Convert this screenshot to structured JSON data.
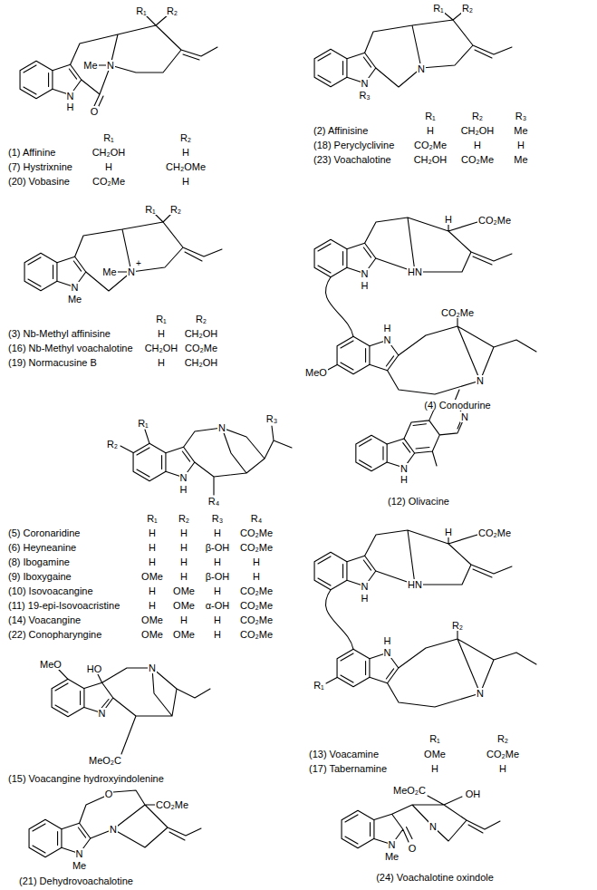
{
  "diagram": {
    "labels": [
      "R₁",
      "R₂",
      "Me",
      "N",
      "N",
      "H",
      "O",
      "R₁",
      "R₂",
      "(1) Affinine",
      "CH₂OH",
      "H",
      "(7) Hystrixnine",
      "H",
      "CH₂OMe",
      "(20) Vobasine",
      "CO₂Me",
      "H",
      "R₁",
      "R₂",
      "N",
      "N",
      "R₃",
      "R₁",
      "R₂",
      "R₃",
      "(2) Affinisine",
      "H",
      "CH₂OH",
      "Me",
      "(18) Peryclyclivine",
      "CO₂Me",
      "H",
      "H",
      "(23) Voachalotine",
      "CH₂OH",
      "CO₂Me",
      "Me",
      "R₁",
      "R₂",
      "Me",
      "N",
      "+",
      "N",
      "Me",
      "R₁",
      "R₂",
      "(3) Nb-Methyl affinisine",
      "H",
      "CH₂OH",
      "(16) Nb-Methyl voachalotine",
      "CH₂OH",
      "CO₂Me",
      "(19) Normacusine B",
      "H",
      "CH₂OH",
      "H",
      "CO₂Me",
      "HN",
      "N",
      "H",
      "MeO",
      "H",
      "N",
      "CO₂Me",
      "N",
      "(4) Conodurine",
      "R₁",
      "R₂",
      "N",
      "R₃",
      "N",
      "H",
      "R₄",
      "R₁",
      "R₂",
      "R₃",
      "R₄",
      "(5) Coronaridine",
      "H",
      "H",
      "H",
      "CO₂Me",
      "(6) Heyneanine",
      "H",
      "H",
      "β-OH",
      "CO₂Me",
      "(8) Ibogamine",
      "H",
      "H",
      "H",
      "H",
      "(9) Iboxygaine",
      "OMe",
      "H",
      "β-OH",
      "H",
      "(10) Isovoacangine",
      "H",
      "OMe",
      "H",
      "CO₂Me",
      "(11) 19-epi-Isovoacristine",
      "H",
      "OMe",
      "α-OH",
      "CO₂Me",
      "(14) Voacangine",
      "OMe",
      "H",
      "H",
      "CO₂Me",
      "(22) Conopharyngine",
      "OMe",
      "OMe",
      "H",
      "CO₂Me",
      "N",
      "N",
      "H",
      "(12) Olivacine",
      "H",
      "CO₂Me",
      "HN",
      "N",
      "H",
      "H",
      "N",
      "R₂",
      "R₁",
      "N",
      "R₁",
      "R₂",
      "(13) Voacamine",
      "OMe",
      "CO₂Me",
      "(17) Tabernamine",
      "H",
      "H",
      "MeO",
      "HO",
      "N",
      "N",
      "MeO₂C",
      "(15) Voacangine hydroxyindolenine",
      "O",
      "CO₂Me",
      "N",
      "N",
      "Me",
      "(21) Dehydrovoachalotine",
      "MeO₂C",
      "OH",
      "N",
      "N",
      "O",
      "Me",
      "(24) Voachalotine oxindole"
    ]
  }
}
